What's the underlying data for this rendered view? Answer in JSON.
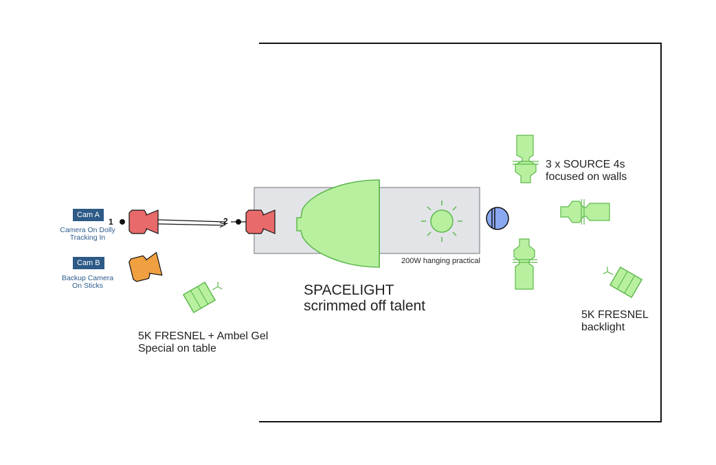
{
  "cameras": {
    "cam_a": {
      "tag": "Cam A",
      "desc_line1": "Camera On Dolly",
      "desc_line2": "Tracking In"
    },
    "cam_b": {
      "tag": "Cam B",
      "desc_line1": "Backup Camera",
      "desc_line2": "On Sticks"
    }
  },
  "dolly": {
    "start_mark": "1",
    "end_mark": "2"
  },
  "lights": {
    "spacelight": {
      "line1": "SPACELIGHT",
      "line2": "scrimmed off talent"
    },
    "practical": {
      "label": "200W hanging practical"
    },
    "source4s": {
      "line1": "3 x SOURCE 4s",
      "line2": "focused on walls"
    },
    "fresnel_back": {
      "line1": "5K FRESNEL",
      "line2": "backlight"
    },
    "fresnel_special": {
      "line1": "5K FRESNEL + Ambel Gel",
      "line2": "Special on table"
    }
  },
  "colors": {
    "light_fill": "#b8f0a0",
    "light_stroke": "#5cb84a",
    "camera_red": "#e86a6a",
    "camera_orange": "#f0a040",
    "table_fill": "#e2e4e8",
    "talent_blue": "#8aa8f0",
    "tag_blue": "#2d5a87"
  }
}
